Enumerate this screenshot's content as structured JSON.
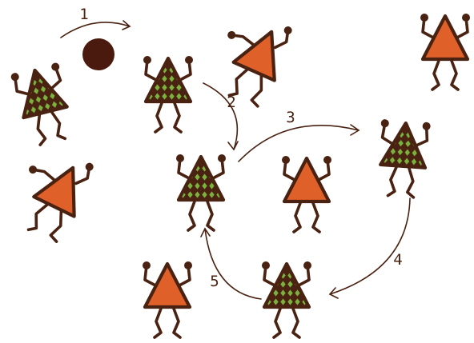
{
  "colors": {
    "outline": "#4a2212",
    "orange": "#e0602a",
    "green": "#7bb23e",
    "ball": "#4a1a0e",
    "background": "#ffffff"
  },
  "diagram": {
    "steps": [
      {
        "label": "1",
        "from": "thrower",
        "to": "first-receiver"
      },
      {
        "label": "2",
        "from": "first-receiver",
        "to": "center-player"
      },
      {
        "label": "3",
        "from": "center-player",
        "to": "right-player"
      },
      {
        "label": "4",
        "from": "right-player",
        "to": "bottom-player"
      },
      {
        "label": "5",
        "from": "bottom-player",
        "to": "center-player"
      }
    ],
    "figures": [
      {
        "name": "green-figure-thrower",
        "team": "green",
        "pose": "up"
      },
      {
        "name": "green-figure-first-receiver",
        "team": "green",
        "pose": "up"
      },
      {
        "name": "green-figure-center",
        "team": "green",
        "pose": "up"
      },
      {
        "name": "green-figure-right",
        "team": "green",
        "pose": "up"
      },
      {
        "name": "green-figure-bottom",
        "team": "green",
        "pose": "up"
      },
      {
        "name": "orange-figure-top-center",
        "team": "orange",
        "pose": "run"
      },
      {
        "name": "orange-figure-top-right",
        "team": "orange",
        "pose": "up"
      },
      {
        "name": "orange-figure-left",
        "team": "orange",
        "pose": "run"
      },
      {
        "name": "orange-figure-center-right",
        "team": "orange",
        "pose": "up"
      },
      {
        "name": "orange-figure-bottom-left",
        "team": "orange",
        "pose": "up"
      }
    ]
  }
}
